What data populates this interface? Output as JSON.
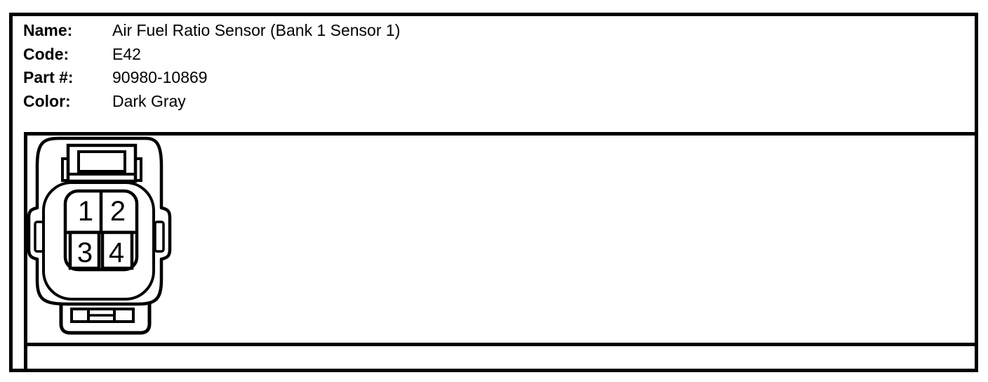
{
  "page": {
    "background": "#ffffff",
    "line_color": "#000000"
  },
  "header": {
    "fields": [
      {
        "label": "Name:",
        "value": "Air Fuel Ratio Sensor (Bank 1 Sensor 1)"
      },
      {
        "label": "Code:",
        "value": "E42"
      },
      {
        "label": "Part #:",
        "value": "90980-10869"
      },
      {
        "label": "Color:",
        "value": "Dark Gray"
      }
    ]
  },
  "connector": {
    "drawing": "4-pin-connector-face-view",
    "pins": [
      "1",
      "2",
      "3",
      "4"
    ]
  }
}
